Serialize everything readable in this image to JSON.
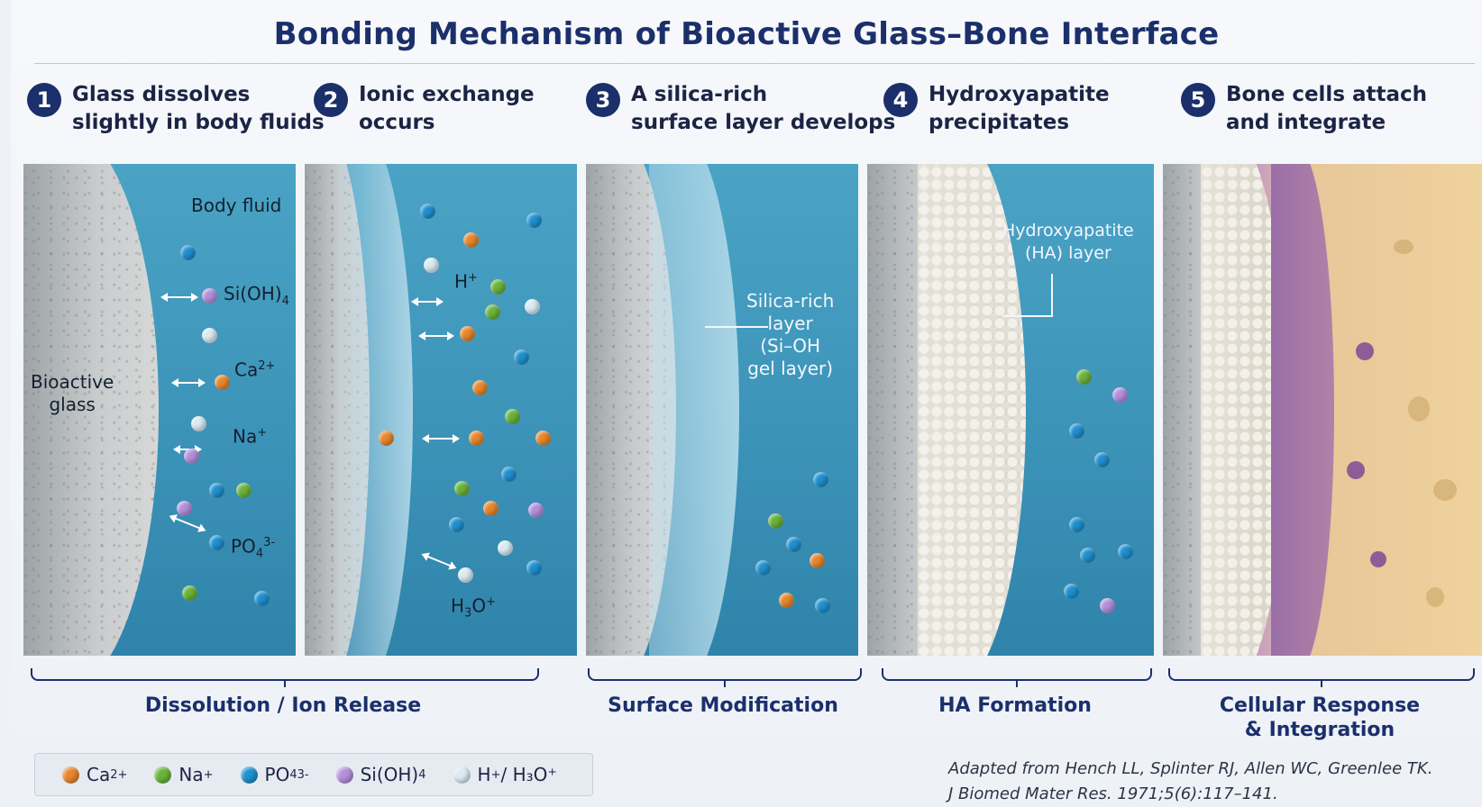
{
  "title": "Bonding Mechanism of Bioactive Glass–Bone Interface",
  "steps": [
    {
      "num": "1",
      "line1": "Glass dissolves",
      "line2": "slightly in body fluids"
    },
    {
      "num": "2",
      "line1": "Ionic exchange",
      "line2": "occurs"
    },
    {
      "num": "3",
      "line1": "A silica-rich",
      "line2": "surface layer develops"
    },
    {
      "num": "4",
      "line1": "Hydroxyapatite",
      "line2": "precipitates"
    },
    {
      "num": "5",
      "line1": "Bone cells attach",
      "line2": "and integrate"
    }
  ],
  "panel1": {
    "body_fluid": "Body fluid",
    "glass_line1": "Bioactive",
    "glass_line2": "glass",
    "si_base": "Si(OH)",
    "si_sub": "4",
    "ca_base": "Ca",
    "ca_sup": "2+",
    "na_base": "Na",
    "na_sup": "+",
    "po_base": "PO",
    "po_sub": "4",
    "po_sup": "3-"
  },
  "panel2": {
    "h_base": "H",
    "h_sup": "+",
    "h3o_base": "H",
    "h3o_sub": "3",
    "h3o_mid": "O",
    "h3o_sup": "+"
  },
  "panel3": {
    "label_line1": "Silica-rich",
    "label_line2": "layer",
    "label_line3": "(Si–OH",
    "label_line4": "gel layer)"
  },
  "panel4": {
    "label_line1": "Hydroxyapatite",
    "label_line2": "(HA) layer"
  },
  "phases": [
    {
      "line1": "Dissolution / Ion Release",
      "line2": ""
    },
    {
      "line1": "Surface Modification",
      "line2": ""
    },
    {
      "line1": "HA Formation",
      "line2": ""
    },
    {
      "line1": "Cellular Response",
      "line2": "& Integration"
    }
  ],
  "legend": [
    {
      "color": "orange",
      "base": "Ca",
      "sub": "",
      "sup": "2+",
      "tail": ""
    },
    {
      "color": "green",
      "base": "Na",
      "sub": "",
      "sup": "+",
      "tail": ""
    },
    {
      "color": "blue",
      "base": "PO",
      "sub": "4",
      "sup": "3-",
      "tail": ""
    },
    {
      "color": "purple",
      "base": "Si(OH)",
      "sub": "4",
      "sup": "",
      "tail": ""
    },
    {
      "color": "light",
      "base": "H",
      "sup": "+",
      "sub": "",
      "tail": " / H₃O⁺"
    }
  ],
  "citation": {
    "line1": "Adapted from Hench LL, Splinter RJ, Allen WC, Greenlee TK.",
    "line2": "J Biomed Mater Res. 1971;5(6):117–141."
  },
  "colors": {
    "title": "#1b2f6b",
    "fluid": "#3c93b8",
    "ca": "#e6872d",
    "na": "#6ab33a",
    "po": "#1f90cf",
    "si": "#b38fdc",
    "h": "#d8eaf2"
  }
}
